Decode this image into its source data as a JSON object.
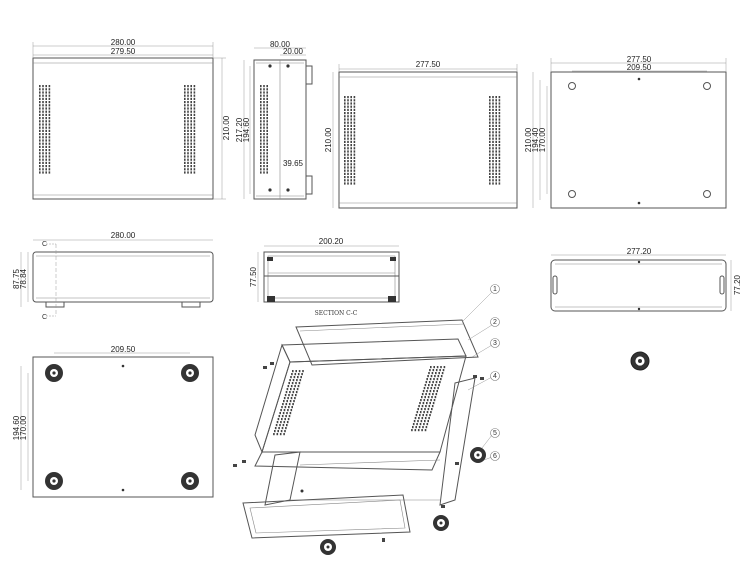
{
  "dimensions": {
    "top_width_outer": "280.00",
    "top_width_inner": "279.50",
    "top_height": "210.00",
    "side_width_outer": "80.00",
    "side_width_inner": "20.00",
    "side_h1": "217.20",
    "side_h2": "194.60",
    "side_offset": "39.65",
    "panel3_width": "277.50",
    "panel3_height": "210.00",
    "panel4_width_outer": "277.50",
    "panel4_width_inner": "209.50",
    "panel4_h1": "210.00",
    "panel4_h2": "194.40",
    "panel4_h3": "170.00",
    "front_width": "280.00",
    "front_h1": "87.75",
    "front_h2": "78.84",
    "section_width": "200.20",
    "section_height": "77.50",
    "rear_width": "277.20",
    "rear_height": "77.20",
    "bottom_width": "209.50",
    "bottom_h1": "194.60",
    "bottom_h2": "170.00"
  },
  "labels": {
    "section": "SECTION C-C",
    "cut_mark": "C"
  },
  "callouts": [
    "1",
    "2",
    "3",
    "4",
    "5",
    "6"
  ]
}
